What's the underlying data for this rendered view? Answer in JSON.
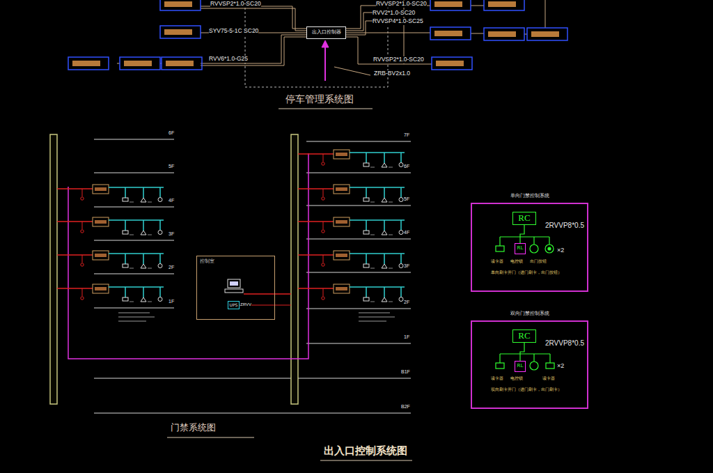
{
  "diagram": {
    "title": "出入口控制系统图",
    "nodes": [
      {
        "text": [
          "出入口控制器"
        ]
      },
      {
        "text": [
          "控制室"
        ]
      },
      {
        "text": [
          "UPS"
        ],
        "in": 1
      },
      {
        "text": [
          "单向门禁控制系统"
        ]
      },
      {
        "text": [
          "RC"
        ],
        "in": 3
      },
      {
        "text": [
          "RL"
        ],
        "in": 3
      },
      {
        "text": [
          "双向门禁控制系统"
        ]
      },
      {
        "text": [
          "RC"
        ],
        "in": 6
      },
      {
        "text": [
          "RL"
        ],
        "in": 6
      }
    ],
    "edges": [
      {
        "from": 4,
        "to": 5,
        "arrow": "none"
      },
      {
        "from": 7,
        "to": 8,
        "arrow": "none"
      }
    ],
    "labels": [
      "停车管理系统图",
      "门禁系统图",
      "RVVSP2*1.0-SC20",
      "SYV75-5-1C SC20",
      "RVV6*1.0-G25",
      "RVVSP2*1.0-SC20",
      "RVV2*1.0-SC20",
      "RVVSP4*1.0-SC25",
      "RVVSP2*1.0-SC20",
      "ZRB-BV2x1.0",
      "6F",
      "5F",
      "4F",
      "3F",
      "2F",
      "1F",
      "7F",
      "6F",
      "5F",
      "4F",
      "3F",
      "2F",
      "1F",
      "B1F",
      "B2F",
      "ZRVV",
      "2RVVP8*0.5",
      "×2",
      "读卡器",
      "电控锁",
      "出门按钮",
      "单向刷卡开门（进门刷卡，出门按钮）",
      "2RVVP8*0.5",
      "×2",
      "读卡器",
      "电控锁",
      "读卡器",
      "双向刷卡开门（进门刷卡，出门刷卡）"
    ]
  }
}
